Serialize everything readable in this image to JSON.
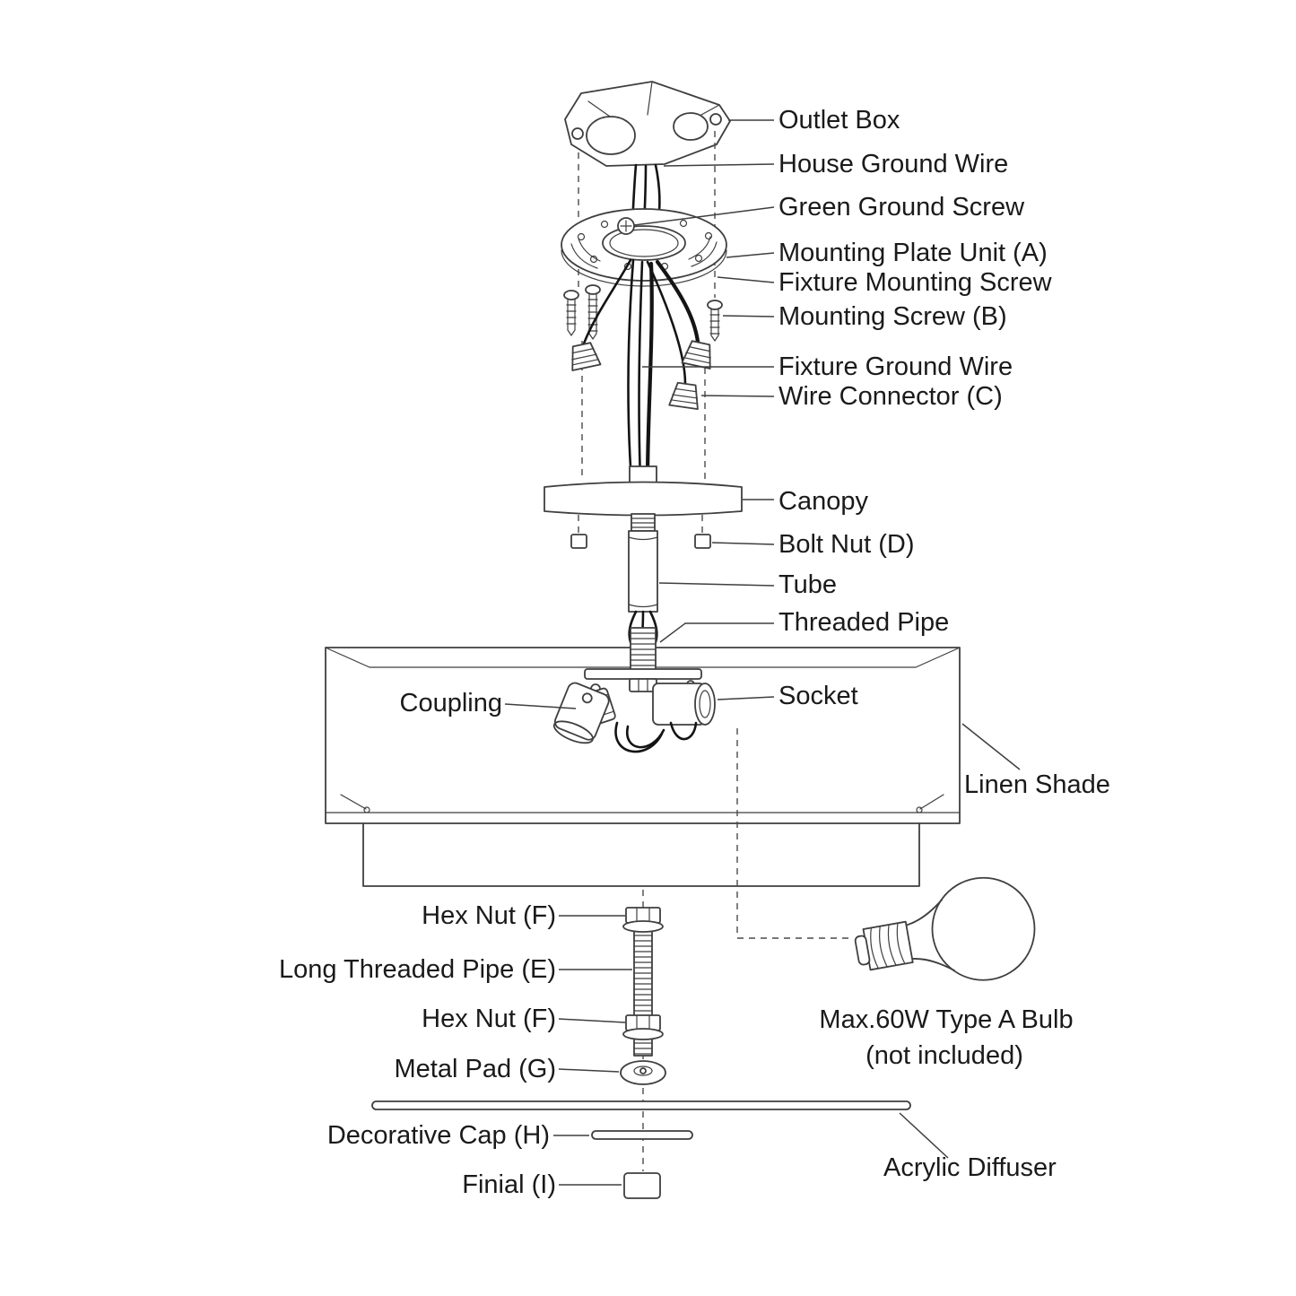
{
  "diagram": {
    "colors": {
      "line": "#3f3f3f",
      "wire": "#141414",
      "text": "#1a1a1a",
      "background": "#ffffff"
    },
    "labels": {
      "outlet_box": "Outlet Box",
      "house_ground_wire": "House Ground Wire",
      "green_ground_screw": "Green Ground Screw",
      "mounting_plate_unit": "Mounting Plate Unit (A)",
      "fixture_mounting_screw": "Fixture Mounting Screw",
      "mounting_screw_b": "Mounting Screw (B)",
      "fixture_ground_wire": "Fixture Ground Wire",
      "wire_connector": "Wire Connector (C)",
      "canopy": "Canopy",
      "bolt_nut": "Bolt Nut (D)",
      "tube": "Tube",
      "threaded_pipe": "Threaded Pipe",
      "coupling": "Coupling",
      "socket": "Socket",
      "linen_shade": "Linen Shade",
      "hex_nut_top": "Hex Nut (F)",
      "long_threaded_pipe": "Long Threaded Pipe (E)",
      "hex_nut_bottom": "Hex Nut (F)",
      "metal_pad": "Metal Pad (G)",
      "decorative_cap": "Decorative Cap (H)",
      "finial": "Finial (I)",
      "bulb_note_line1": "Max.60W Type A Bulb",
      "bulb_note_line2": "(not included)",
      "acrylic_diffuser": "Acrylic Diffuser"
    }
  }
}
